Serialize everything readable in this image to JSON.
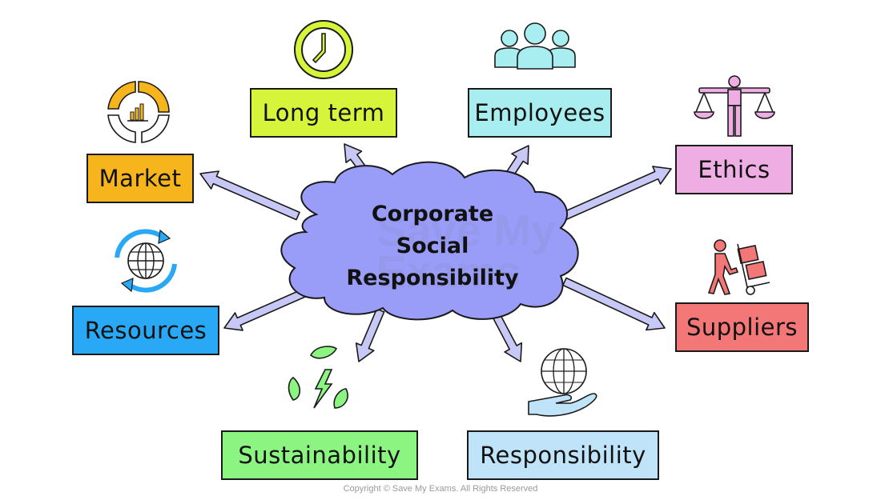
{
  "center": {
    "lines": [
      "Corporate",
      "Social",
      "Responsibility"
    ],
    "color": "#9a9df7"
  },
  "nodes": [
    {
      "key": "long-term",
      "label": "Long term",
      "color": "#d6f53a",
      "icon": "clock-icon"
    },
    {
      "key": "employees",
      "label": "Employees",
      "color": "#a8eef0",
      "icon": "people-icon"
    },
    {
      "key": "market",
      "label": "Market",
      "color": "#f6b51c",
      "icon": "chart-icon"
    },
    {
      "key": "ethics",
      "label": "Ethics",
      "color": "#eeaee4",
      "icon": "scales-icon"
    },
    {
      "key": "resources",
      "label": "Resources",
      "color": "#28a8f5",
      "icon": "globe-icon"
    },
    {
      "key": "suppliers",
      "label": "Suppliers",
      "color": "#f47777",
      "icon": "delivery-icon"
    },
    {
      "key": "sustainability",
      "label": "Sustainability",
      "color": "#8cf582",
      "icon": "leaves-icon"
    },
    {
      "key": "responsibility",
      "label": "Responsibility",
      "color": "#bfe3f9",
      "icon": "globe-hand-icon"
    }
  ],
  "watermark": [
    "Save My",
    "Exams"
  ],
  "copyright": "Copyright © Save My Exams. All Rights Reserved"
}
